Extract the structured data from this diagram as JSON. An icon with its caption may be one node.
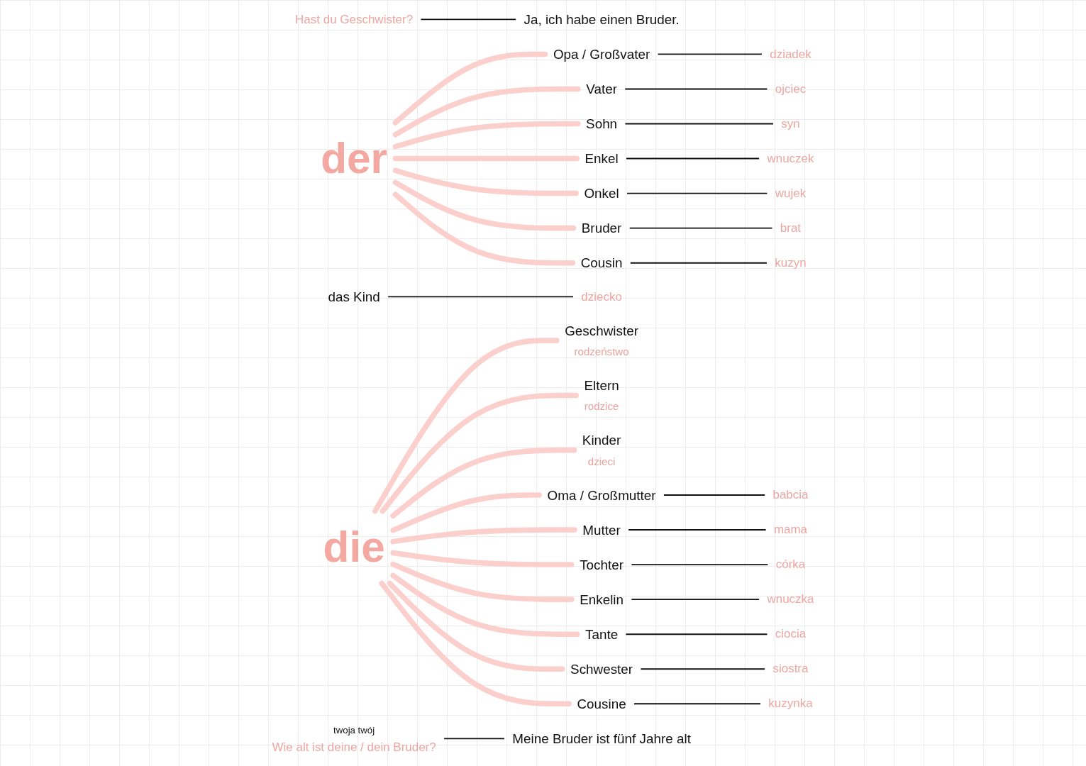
{
  "diagram": {
    "nodes": [
      {
        "text": [
          "Hast du Geschwister?"
        ]
      },
      {
        "text": [
          "Ja, ich habe einen Bruder."
        ]
      },
      {
        "text": [
          "dziadek"
        ]
      },
      {
        "text": [
          "Opa / Großvater"
        ]
      },
      {
        "text": [
          "ojciec"
        ]
      },
      {
        "text": [
          "Vater"
        ]
      },
      {
        "text": [
          "syn"
        ]
      },
      {
        "text": [
          "Sohn"
        ]
      },
      {
        "text": [
          "wnuczek"
        ]
      },
      {
        "text": [
          "Enkel"
        ]
      },
      {
        "text": [
          "wujek"
        ]
      },
      {
        "text": [
          "Onkel"
        ]
      },
      {
        "text": [
          "brat"
        ]
      },
      {
        "text": [
          "Bruder"
        ]
      },
      {
        "text": [
          "kuzyn"
        ]
      },
      {
        "text": [
          "Cousin"
        ]
      },
      {
        "text": [
          "der"
        ]
      },
      {
        "text": [
          "das Kind"
        ]
      },
      {
        "text": [
          "dziecko"
        ]
      },
      {
        "text": [
          "die"
        ]
      },
      {
        "text": [
          "Geschwister"
        ],
        "beside": [
          "rodzeństwo"
        ]
      },
      {
        "text": [
          "Eltern"
        ],
        "beside": [
          "rodzice"
        ]
      },
      {
        "text": [
          "Kinder"
        ],
        "beside": [
          "dzieci"
        ]
      },
      {
        "text": [
          "Oma / Großmutter"
        ]
      },
      {
        "text": [
          "babcia"
        ]
      },
      {
        "text": [
          "Mutter"
        ]
      },
      {
        "text": [
          "mama"
        ]
      },
      {
        "text": [
          "Tochter"
        ]
      },
      {
        "text": [
          "córka"
        ]
      },
      {
        "text": [
          "Enkelin"
        ]
      },
      {
        "text": [
          "wnuczka"
        ]
      },
      {
        "text": [
          "Tante"
        ]
      },
      {
        "text": [
          "ciocia"
        ]
      },
      {
        "text": [
          "Schwester"
        ]
      },
      {
        "text": [
          "siostra"
        ]
      },
      {
        "text": [
          "Cousine"
        ]
      },
      {
        "text": [
          "kuzynka"
        ]
      },
      {
        "text": [
          "Wie alt ist deine / dein Bruder?"
        ],
        "beside": [
          "twoja",
          "twój"
        ]
      },
      {
        "text": [
          "Meine Bruder ist fünf Jahre alt"
        ]
      }
    ],
    "edges": [
      {
        "from": 0,
        "to": 1,
        "arrow": "none"
      },
      {
        "from": 16,
        "to": 3,
        "arrow": "none",
        "style": "thick",
        "color": "#fbd0cc"
      },
      {
        "from": 16,
        "to": 5,
        "arrow": "none",
        "style": "thick",
        "color": "#fbd0cc"
      },
      {
        "from": 16,
        "to": 7,
        "arrow": "none",
        "style": "thick",
        "color": "#fbd0cc"
      },
      {
        "from": 16,
        "to": 9,
        "arrow": "none",
        "style": "thick",
        "color": "#fbd0cc"
      },
      {
        "from": 16,
        "to": 11,
        "arrow": "none",
        "style": "thick",
        "color": "#fbd0cc"
      },
      {
        "from": 16,
        "to": 13,
        "arrow": "none",
        "style": "thick",
        "color": "#fbd0cc"
      },
      {
        "from": 16,
        "to": 15,
        "arrow": "none",
        "style": "thick",
        "color": "#fbd0cc"
      },
      {
        "from": 3,
        "to": 2,
        "arrow": "none"
      },
      {
        "from": 5,
        "to": 4,
        "arrow": "none"
      },
      {
        "from": 7,
        "to": 6,
        "arrow": "none"
      },
      {
        "from": 9,
        "to": 8,
        "arrow": "none"
      },
      {
        "from": 11,
        "to": 10,
        "arrow": "none"
      },
      {
        "from": 13,
        "to": 12,
        "arrow": "none"
      },
      {
        "from": 15,
        "to": 14,
        "arrow": "none"
      },
      {
        "from": 17,
        "to": 18,
        "arrow": "none"
      },
      {
        "from": 19,
        "to": 20,
        "arrow": "none",
        "style": "thick",
        "color": "#fbd0cc"
      },
      {
        "from": 19,
        "to": 21,
        "arrow": "none",
        "style": "thick",
        "color": "#fbd0cc"
      },
      {
        "from": 19,
        "to": 22,
        "arrow": "none",
        "style": "thick",
        "color": "#fbd0cc"
      },
      {
        "from": 19,
        "to": 23,
        "arrow": "none",
        "style": "thick",
        "color": "#fbd0cc"
      },
      {
        "from": 19,
        "to": 25,
        "arrow": "none",
        "style": "thick",
        "color": "#fbd0cc"
      },
      {
        "from": 19,
        "to": 27,
        "arrow": "none",
        "style": "thick",
        "color": "#fbd0cc"
      },
      {
        "from": 19,
        "to": 29,
        "arrow": "none",
        "style": "thick",
        "color": "#fbd0cc"
      },
      {
        "from": 19,
        "to": 31,
        "arrow": "none",
        "style": "thick",
        "color": "#fbd0cc"
      },
      {
        "from": 19,
        "to": 33,
        "arrow": "none",
        "style": "thick",
        "color": "#fbd0cc"
      },
      {
        "from": 19,
        "to": 35,
        "arrow": "none",
        "style": "thick",
        "color": "#fbd0cc"
      },
      {
        "from": 23,
        "to": 24,
        "arrow": "none"
      },
      {
        "from": 25,
        "to": 26,
        "arrow": "none"
      },
      {
        "from": 27,
        "to": 28,
        "arrow": "none"
      },
      {
        "from": 29,
        "to": 30,
        "arrow": "none"
      },
      {
        "from": 31,
        "to": 32,
        "arrow": "none"
      },
      {
        "from": 33,
        "to": 34,
        "arrow": "none"
      },
      {
        "from": 35,
        "to": 36,
        "arrow": "none"
      },
      {
        "from": 37,
        "to": 38,
        "arrow": "none"
      }
    ]
  }
}
